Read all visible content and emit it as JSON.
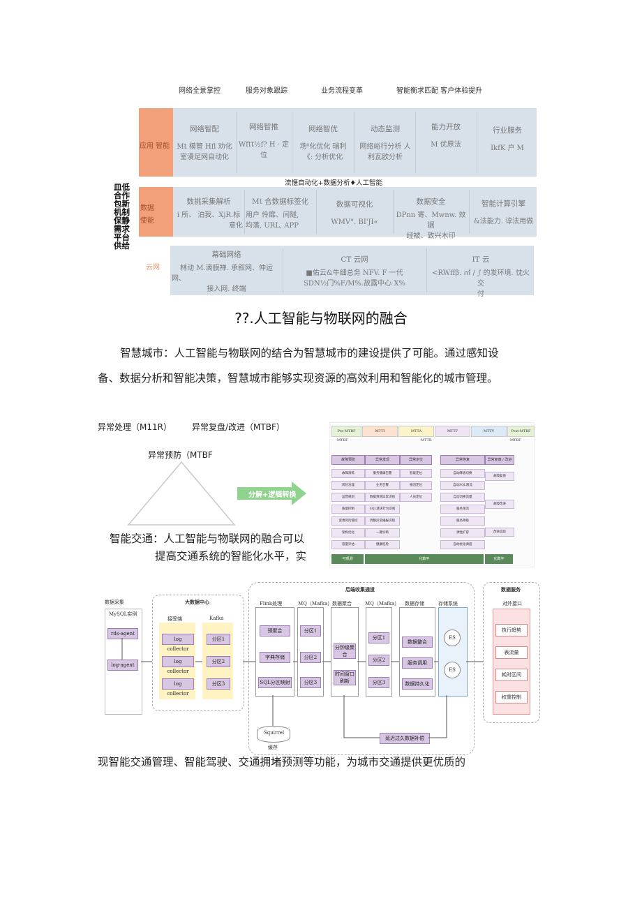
{
  "top_diagram": {
    "top_labels": [
      "网络全景掌控",
      "服务对象跟踪",
      "业务流程变革",
      "智能衡求匹配 客户体验提升"
    ],
    "left_vertical_text": "皿低合作包新机制保静需求平台供给",
    "app_row": {
      "side_label": "应用 智能",
      "cells": [
        {
          "head": "网络智配",
          "lines": [
            "Mt 模管 Hfl 劝化",
            "室漫足网自动化"
          ]
        },
        {
          "head": "网络智推",
          "lines": [
            "Wftt½f? H · 定位"
          ]
        },
        {
          "head": "网络智优",
          "lines": [
            "场⁰化优化 瑞利",
            "《: 分析优化"
          ]
        },
        {
          "head": "动态监测",
          "lines": [
            "网络峪行分析 人",
            "利瓦欧分析"
          ]
        },
        {
          "head": "能力开放",
          "lines": [
            "M 优原法"
          ]
        },
        {
          "head": "行业服务",
          "lines": [
            "IkfK 户 M"
          ]
        }
      ]
    },
    "flow_label": "流惬自动化+数据分析♦人工智能",
    "data_row": {
      "side_label_1": "数据",
      "side_label_2": "使能",
      "cells": [
        {
          "head": "数挑采集解析",
          "lines": [
            "i 所、 泊我、XjR.标",
            "意化"
          ]
        },
        {
          "head": "Mt 合数据标签化",
          "lines": [
            "用户 伶靡、间隧,",
            "均落, URL, APP"
          ]
        },
        {
          "head": "数据可视化",
          "lines": [
            "WMV°. BI'JI«"
          ]
        },
        {
          "head": "数据安全",
          "lines": [
            "DPnn 寄、Mwnw. 效据",
            "经被、致兴木印"
          ]
        },
        {
          "head": "智能计算引擎",
          "lines": [
            "&法能力. 谆法用做"
          ]
        }
      ]
    },
    "cloud_row": {
      "side_label": "云网",
      "cells": [
        {
          "head": "幕础网络",
          "lines": [
            "林动 M.滴膜禅. 承叙网、仲运",
            "网、",
            "接入网. 终端"
          ]
        },
        {
          "head": "CT 云网",
          "lines": [
            "■佑云&牛细总务 NFV. F 一代",
            "SDN½门%F/M%.故露中心 X%"
          ]
        },
        {
          "head": "IT 云",
          "lines": [
            "<RWffβ. ㎡ / ∫ 的发环境. 忱火 交",
            "付"
          ]
        }
      ]
    }
  },
  "section_heading": "??.人工智能与物联网的融合",
  "paragraph_1_line_1": "智慧城市：人工智能与物联网的结合为智慧城市的建设提供了可能。通过感知设",
  "paragraph_1_line_2": "备、数据分析和智能决策，智慧城市能够实现资源的高效利用和智能化的城市管理。",
  "triangle_figure": {
    "label_left": "异常处理（M11R）",
    "label_right": "异常复盘/改进（MTBF）",
    "label_top": "异常预防（MTBF",
    "arrow_label": "分解+逻辑转换"
  },
  "mttr_figure": {
    "headers": [
      "Pre-MTBF",
      "MTTI",
      "MTTA",
      "MTTF",
      "MTTV",
      "Post-MTBF"
    ],
    "sub_labels": [
      "MTBF",
      "MTTR",
      "MTBF"
    ],
    "stage_titles": [
      "故障预防",
      "异常发现",
      "异常定位",
      "异常恢复",
      "异常复盘 / 改进"
    ],
    "col1_items": [
      "故障演练",
      "风险治理",
      "运营规划",
      "质量控制",
      "变更风险管控",
      "架构优化",
      "容量评估"
    ],
    "col2_items": [
      "服务健康告警",
      "业务告警",
      "数据预测异常识别",
      "SQL请求行为识别",
      "调整异常播报识别",
      "一键诊断",
      "健康巡检"
    ],
    "col3_items": [
      "智能定位",
      "根因定位",
      "人员定位"
    ],
    "col4_items": [
      "自动降级切换",
      "自动SQL限流",
      "自动切换流量",
      "服务限流",
      "服务降级",
      "弹性扩容",
      "自动优化调度"
    ],
    "col5_items": [
      "故障复盘",
      "故障改进",
      "改进追踪"
    ],
    "footer": [
      "可观测",
      "化数平",
      "化数平"
    ]
  },
  "paragraph_2_line_1": "智能交通：人工智能与物联网的融合可以",
  "paragraph_2_line_2": "提高交通系统的智能化水平，实",
  "bigdata_figure": {
    "section_left": "数据采集",
    "mysql_label": "MySQL实例",
    "agents": [
      "rds-agent",
      "log-agent"
    ],
    "bigdata_center": "大数据中心",
    "collector_title": "接受端",
    "collectors": [
      "log collector",
      "log collector",
      "log collector"
    ],
    "kafka_title": "Kafka",
    "kafka_parts": [
      "分区1",
      "分区2",
      "分区3"
    ],
    "backend_title": "后端收集通道",
    "flink_title": "Flink处理",
    "flink_steps": [
      "预聚合",
      "字典存储",
      "SQL分区映射"
    ],
    "mq1_title": "MQ（Mafka）",
    "mq1_parts": [
      "分区1",
      "分区2",
      "分区3"
    ],
    "agg_title": "数据聚合",
    "agg_items": [
      "分钟级聚合",
      "时间窗口刷新"
    ],
    "mq2_title": "MQ（Mafka）",
    "mq2_parts": [
      "分区1",
      "分区2",
      "分区3"
    ],
    "store_title": "数据存储",
    "store_items": [
      "数据整合",
      "服务调用",
      "数据持久化"
    ],
    "es_title": "存储系统",
    "es_items": [
      "ES",
      "ES"
    ],
    "squirrel": "Squirrel",
    "squirrel_sub": "缓存",
    "late_data": "延迟过久数据补偿",
    "service_title": "数据服务",
    "service_sub": "对外接口",
    "service_items": [
      "执行趋势",
      "表流量",
      "耗时区间",
      "权重控制"
    ]
  },
  "paragraph_3": "现智能交通管理、智能驾驶、交通拥堵预测等功能，为城市交通提供更优质的"
}
